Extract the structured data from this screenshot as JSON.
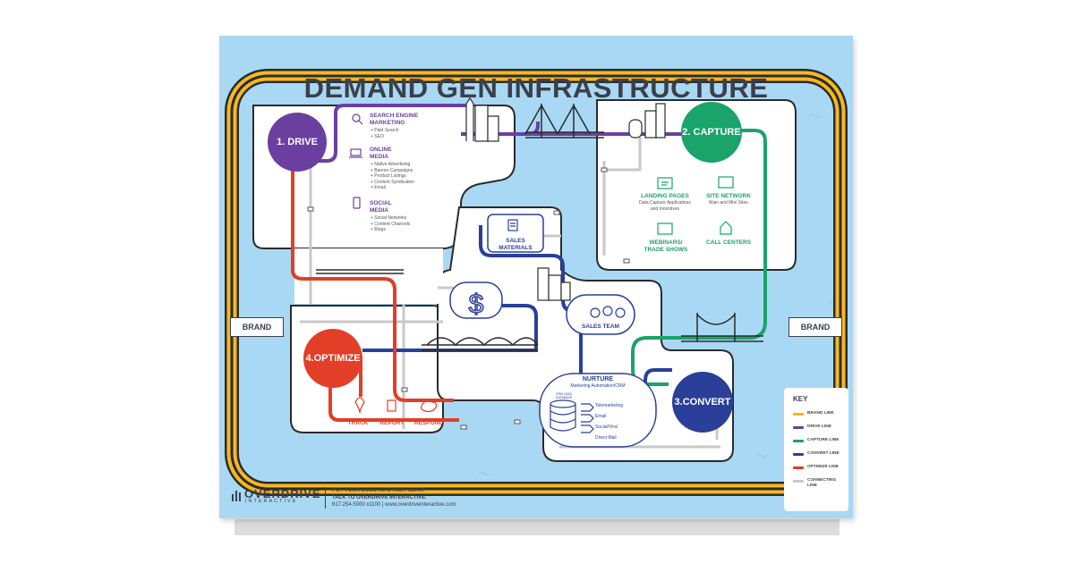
{
  "title": "DEMAND GEN INFRASTRUCTURE",
  "brand_label_left": "BRAND",
  "brand_label_right": "BRAND",
  "stops": {
    "drive": "1. DRIVE",
    "capture": "2. CAPTURE",
    "convert": "3.CONVERT",
    "optimize": "4.OPTIMIZE"
  },
  "drive": {
    "sem": {
      "title": [
        "SEARCH ENGINE",
        "MARKETING"
      ],
      "items": [
        "+ Paid Search",
        "+ SEO"
      ]
    },
    "online": {
      "title": [
        "ONLINE",
        "MEDIA"
      ],
      "items": [
        "+ Native Advertising",
        "+ Banner Campaigns",
        "+ Product Listings",
        "+ Content Syndication",
        "+ Email"
      ]
    },
    "social": {
      "title": [
        "SOCIAL",
        "MEDIA"
      ],
      "items": [
        "+ Social Networks",
        "+ Content Channels",
        "+ Blogs"
      ]
    }
  },
  "capture": {
    "landing": {
      "title": "LANDING PAGES",
      "sub": [
        "Data Capture Applications",
        "and Incentives"
      ]
    },
    "site": {
      "title": "SITE NETWORK",
      "sub": [
        "Main and Mini Sites"
      ]
    },
    "webinars": {
      "title": [
        "WEBINARS/",
        "TRADE SHOWS"
      ]
    },
    "call": {
      "title": "CALL CENTERS"
    }
  },
  "center": {
    "sales_materials": [
      "SALES",
      "MATERIALS"
    ],
    "sales_team": "SALES TEAM"
  },
  "nurture": {
    "title": "NURTURE",
    "sub": "Marketing Automation/CRM",
    "db_label": [
      "CRM LEAD",
      "DATABASE"
    ],
    "items": [
      "Telemarketing",
      "Email",
      "Social/Viral",
      "Direct Mail"
    ]
  },
  "optimize": {
    "items": [
      "TRACK",
      "REPORT",
      "RESPOND"
    ]
  },
  "key": {
    "title": "KEY",
    "items": [
      {
        "label": "BRAND LINE",
        "color": "#f6b820"
      },
      {
        "label": "DRIVE LINE",
        "color": "#6b3fa0"
      },
      {
        "label": "CAPTURE LINE",
        "color": "#1aa36a"
      },
      {
        "label": "CONVERT LINE",
        "color": "#2a3f99"
      },
      {
        "label": "OPTIMIZE LINE",
        "color": "#e23e28"
      },
      {
        "label": "CONNECTING LINE",
        "color": "#c8c8c8"
      }
    ]
  },
  "footer": {
    "logo_main": "OVERDRIVE",
    "logo_sub": "INTERACTIVE",
    "lines": [
      "PUT YOUR DCCO INTO HIGH GEAR!",
      "TALK TO OVERDRIVE INTERACTIVE.",
      "617.254.5000 x1100  |  www.overdriveinteractive.com"
    ]
  },
  "colors": {
    "water": "#a9d8f4",
    "land": "#ffffff",
    "brand": "#f6b820",
    "drive": "#6b3fa0",
    "capture": "#1aa36a",
    "convert": "#2a3f99",
    "optimize": "#e23e28",
    "connect": "#c8c8c8",
    "ink": "#3a3f4a"
  }
}
